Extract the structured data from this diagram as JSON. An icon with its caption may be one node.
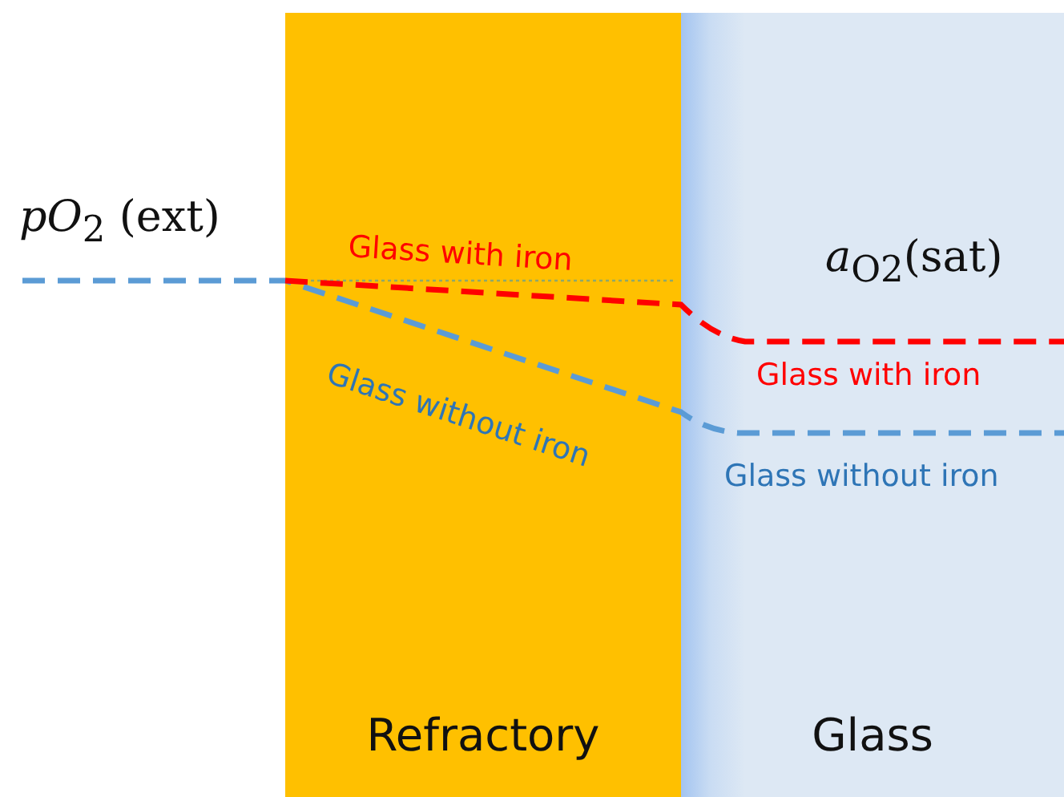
{
  "diagram": {
    "nodes": [
      {
        "text": [
          "Refractory"
        ]
      },
      {
        "text": [
          "Glass"
        ]
      }
    ],
    "labels": [
      "*pO*$_{2}$ (ext)",
      "Glass with iron",
      "Glass without iron",
      "*a*$_{O2}$(sat)",
      "Glass with iron",
      "Glass without iron"
    ]
  }
}
